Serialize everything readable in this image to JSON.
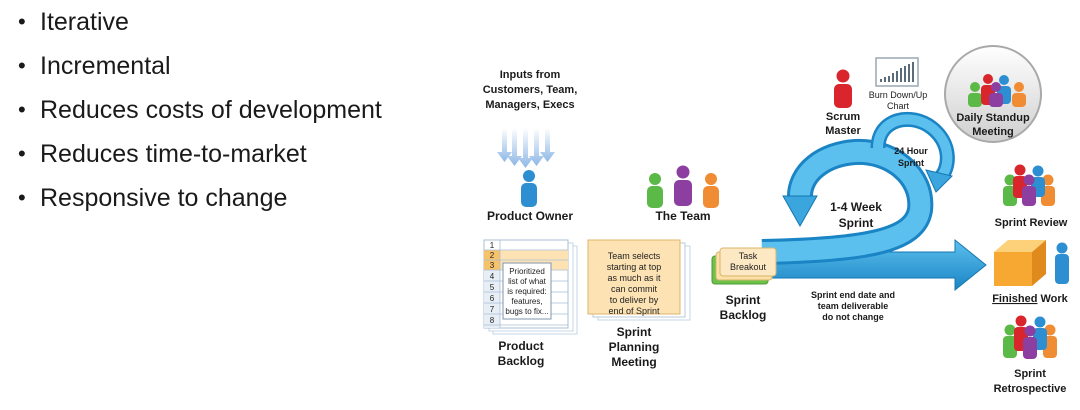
{
  "bullets": [
    "Iterative",
    "Incremental",
    "Reduces costs of development",
    "Reduces time-to-market",
    "Responsive to change"
  ],
  "diagram": {
    "inputs": [
      "Inputs from",
      "Customers, Team,",
      "Managers, Execs"
    ],
    "product_owner": "Product Owner",
    "the_team": "The Team",
    "scrum_master": [
      "Scrum",
      "Master"
    ],
    "burn_down": [
      "Burn Down/Up",
      "Chart"
    ],
    "daily_standup": [
      "Daily Standup",
      "Meeting"
    ],
    "hour_24": [
      "24 Hour",
      "Sprint"
    ],
    "week_sprint": [
      "1-4 Week",
      "Sprint"
    ],
    "backlog_numbers": [
      "1",
      "2",
      "3",
      "4",
      "5",
      "6",
      "7",
      "8"
    ],
    "backlog_note": [
      "Prioritized",
      "list of what",
      "is required:",
      "features,",
      "bugs to fix..."
    ],
    "product_backlog": [
      "Product",
      "Backlog"
    ],
    "team_selects": [
      "Team selects",
      "starting at top",
      "as much as it",
      "can commit",
      "to deliver by",
      "end of Sprint"
    ],
    "sprint_planning": [
      "Sprint",
      "Planning",
      "Meeting"
    ],
    "task_breakout": [
      "Task",
      "Breakout"
    ],
    "sprint_backlog": [
      "Sprint",
      "Backlog"
    ],
    "sprint_end_note": [
      "Sprint end date and",
      "team deliverable",
      "do not change"
    ],
    "sprint_review": "Sprint Review",
    "finished_work": {
      "underlined": "Finished",
      "rest": " Work"
    },
    "sprint_retrospective": [
      "Sprint",
      "Retrospective"
    ]
  }
}
